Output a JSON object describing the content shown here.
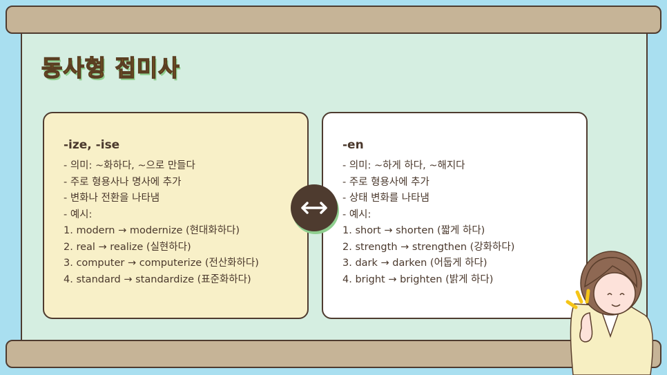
{
  "title": "동사형 접미사",
  "swap_icon": "left-right-arrow-icon",
  "cards": [
    {
      "heading": "-ize, -ise",
      "lines": [
        "- 의미: ~화하다, ~으로 만들다",
        "- 주로 형용사나 명사에 추가",
        "- 변화나 전환을 나타냄",
        "- 예시:",
        "1. modern → modernize (현대화하다)",
        "2. real → realize (실현하다)",
        "3. computer → computerize (전산화하다)",
        "4. standard → standardize (표준화하다)"
      ]
    },
    {
      "heading": "-en",
      "lines": [
        "- 의미: ~하게 하다, ~해지다",
        "- 주로 형용사에 추가",
        "- 상태 변화를 나타냄",
        "- 예시:",
        "1. short → shorten (짧게 하다)",
        "2. strength → strengthen (강화하다)",
        "3. dark → darken (어둡게 하다)",
        "4. bright → brighten (밝게 하다)"
      ]
    }
  ],
  "colors": {
    "background": "#a9dff0",
    "board": "#d5eee1",
    "card_left": "#f8f0c8",
    "title": "#ffc20e"
  }
}
